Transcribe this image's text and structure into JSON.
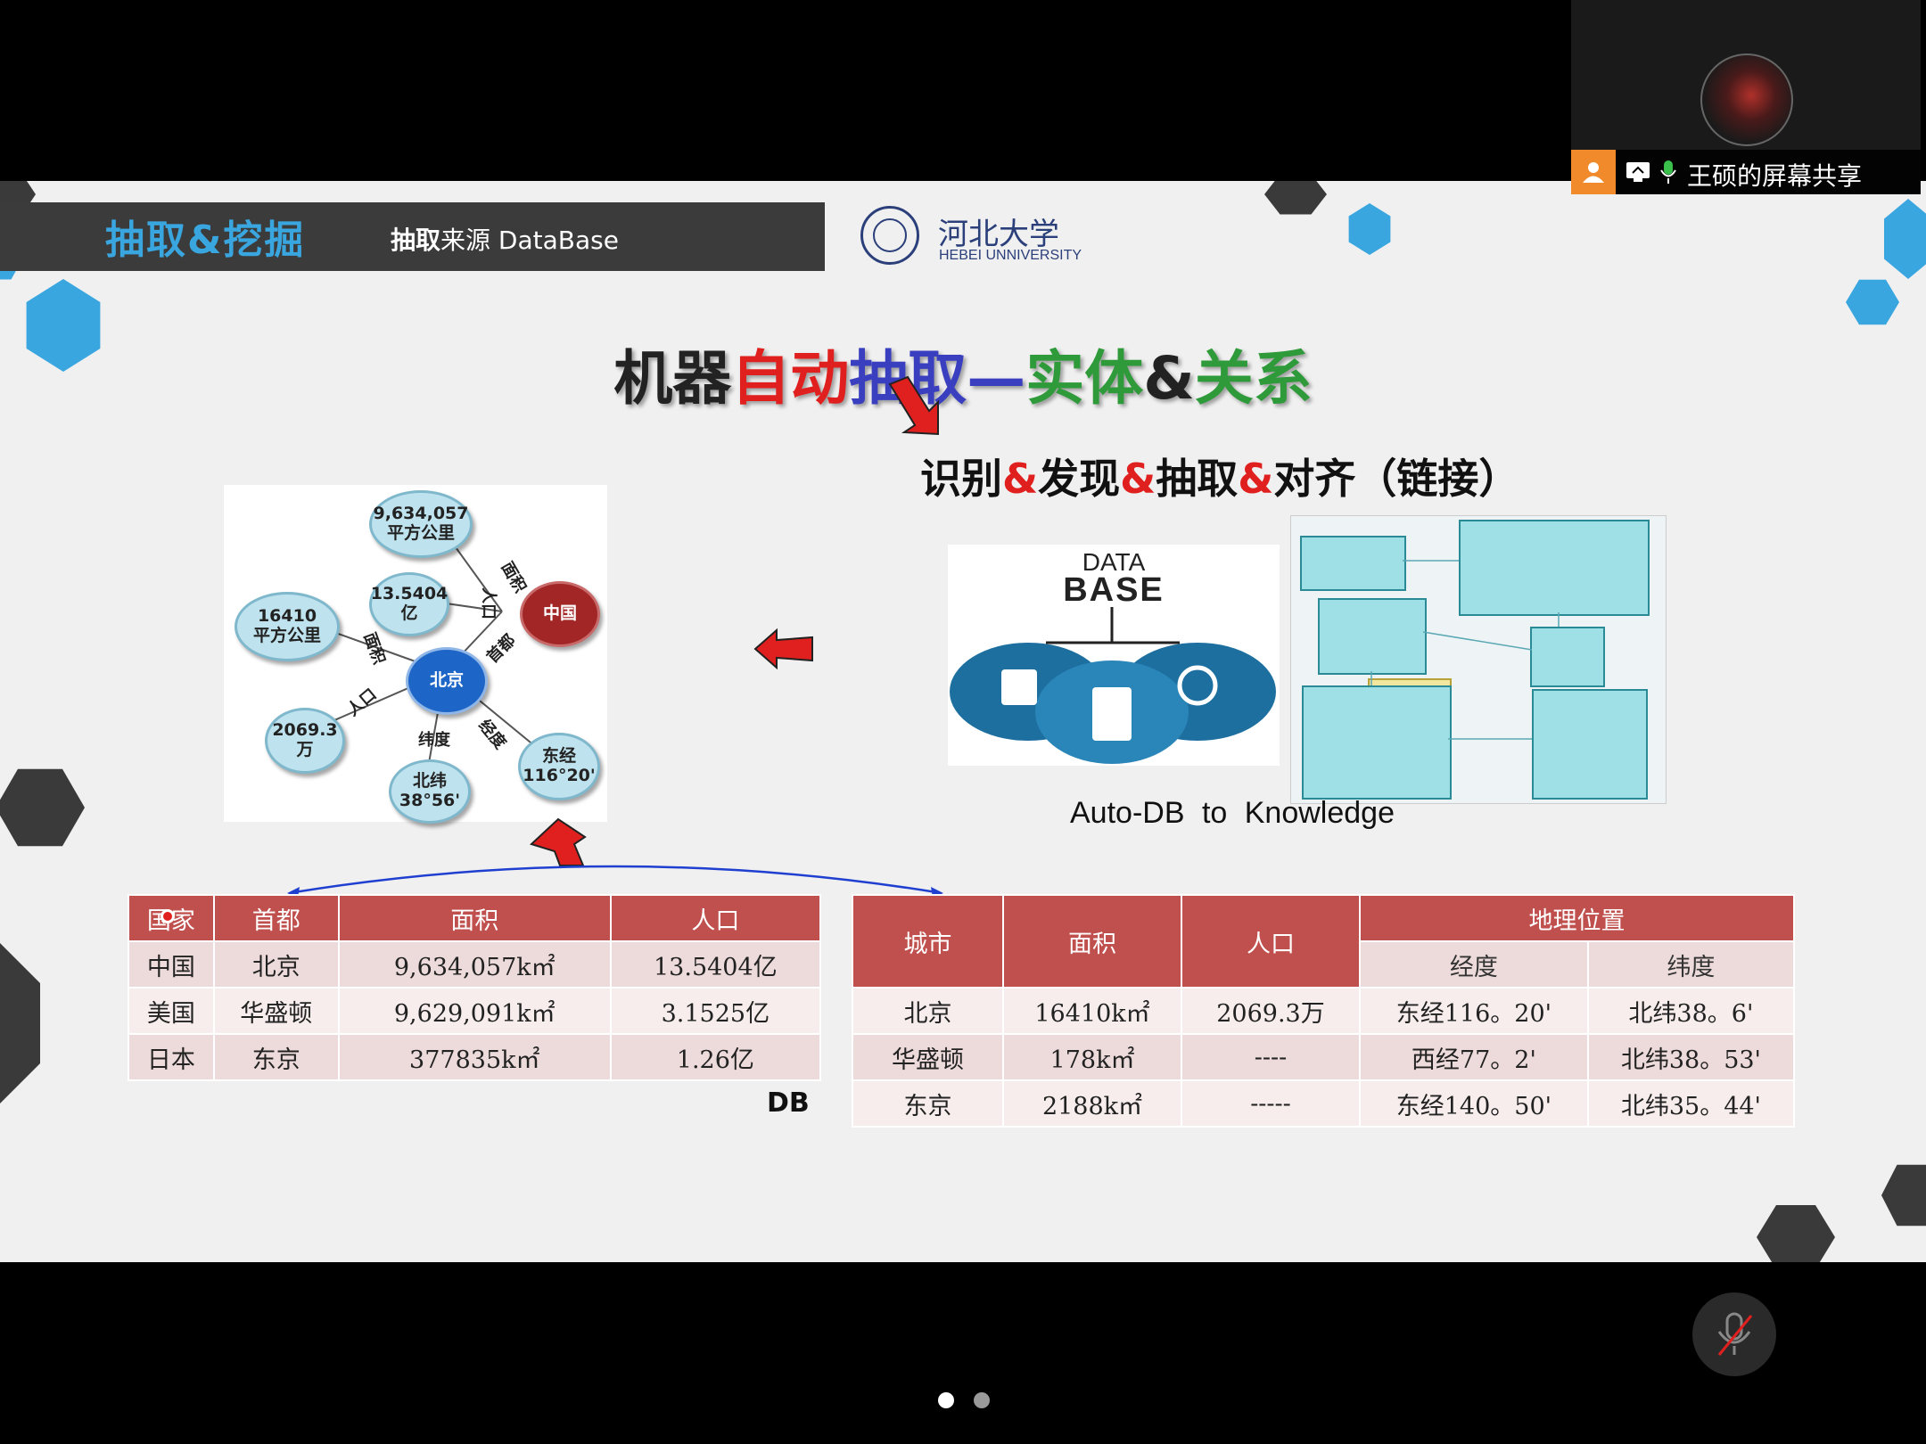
{
  "slide": {
    "header_title": "抽取&挖掘",
    "header_sub_bold": "抽取",
    "header_sub_rest": "来源 DataBase",
    "university_cn": "河北大学",
    "university_en": "HEBEI UNNIVERSITY",
    "main_title": [
      {
        "text": "机器",
        "color": "#222222"
      },
      {
        "text": "自动",
        "color": "#e0201f"
      },
      {
        "text": "抽取",
        "color": "#3a3fc0"
      },
      {
        "text": "—",
        "color": "#3a3fc0"
      },
      {
        "text": "实体",
        "color": "#2f9a3a"
      },
      {
        "text": "&",
        "color": "#222222"
      },
      {
        "text": "关系",
        "color": "#2f9a3a"
      }
    ],
    "subtitle_parts": [
      "识别",
      "&",
      "发现",
      "&",
      "抽取",
      "&",
      "对齐（链接）"
    ],
    "graph": {
      "node_china": "中国",
      "node_beijing": "北京",
      "node_area_cn": [
        "9,634,057",
        "平方公里"
      ],
      "node_pop_cn": [
        "13.5404",
        "亿"
      ],
      "node_area_bj": [
        "16410",
        "平方公里"
      ],
      "node_pop_bj": [
        "2069.3",
        "万"
      ],
      "node_lat": [
        "北纬",
        "38°56'"
      ],
      "node_lon": [
        "东经",
        "116°20'"
      ],
      "edge_area_cn": "面积",
      "edge_pop_cn": "人口",
      "edge_capital": "首都",
      "edge_area_bj": "面积",
      "edge_pop_bj": "人口",
      "edge_lat": "纬度",
      "edge_lon": "经度"
    },
    "db_image_text": [
      "DATA",
      "BASE"
    ],
    "auto_db_caption": "Auto-DB to Knowledge",
    "table1": {
      "headers": [
        "国家",
        "首都",
        "面积",
        "人口"
      ],
      "rows": [
        [
          "中国",
          "北京",
          "9,634,057k㎡",
          "13.5404亿"
        ],
        [
          "美国",
          "华盛顿",
          "9,629,091k㎡",
          "3.1525亿"
        ],
        [
          "日本",
          "东京",
          "377835k㎡",
          "1.26亿"
        ]
      ]
    },
    "table2": {
      "headers": [
        "城市",
        "面积",
        "人口",
        "地理位置"
      ],
      "subheaders": [
        "经度",
        "纬度"
      ],
      "rows": [
        [
          "北京",
          "16410k㎡",
          "2069.3万",
          "东经116。20'",
          "北纬38。6'"
        ],
        [
          "华盛顿",
          "178k㎡",
          "----",
          "西经77。2'",
          "北纬38。53'"
        ],
        [
          "东京",
          "2188k㎡",
          "-----",
          "东经140。50'",
          "北纬35。44'"
        ]
      ]
    },
    "db_label": "DB"
  },
  "meeting": {
    "share_label": "王硕的屏幕共享",
    "pager_dots": 2,
    "active_page": 1
  }
}
